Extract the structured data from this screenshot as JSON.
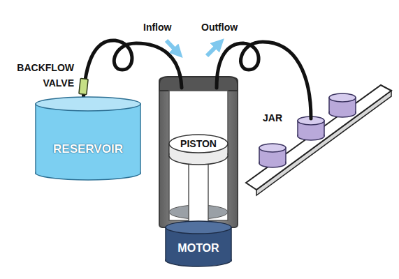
{
  "diagram": {
    "nodes": [
      {
        "text": [
          "RESERVOIR"
        ]
      },
      {
        "text": [
          "PISTON"
        ]
      },
      {
        "text": [
          "MOTOR"
        ]
      }
    ],
    "labels": [
      "BACKFLOW VALVE",
      "Inflow",
      "Outflow",
      "JAR"
    ]
  }
}
